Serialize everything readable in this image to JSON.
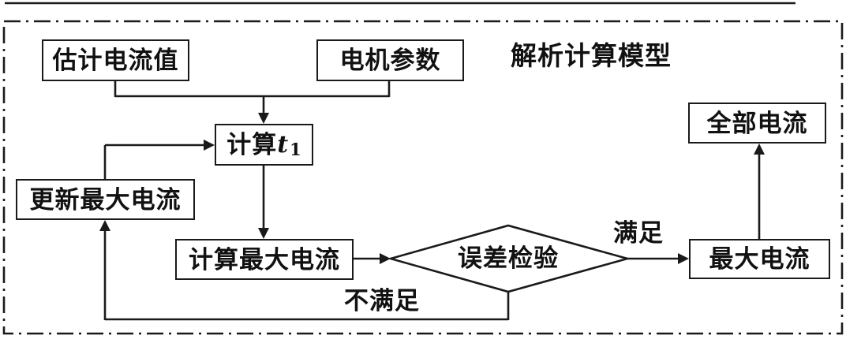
{
  "diagram": {
    "title_label": "解析计算模型",
    "nodes": {
      "estimated_current": "估计电流值",
      "motor_params": "电机参数",
      "calc_t1_prefix": "计算",
      "calc_t1_var": "t",
      "calc_t1_sub": "1",
      "update_max_current": "更新最大电流",
      "calc_max_current": "计算最大电流",
      "error_check": "误差检验",
      "max_current": "最大电流",
      "all_currents": "全部电流"
    },
    "edge_labels": {
      "satisfied": "满足",
      "not_satisfied": "不满足"
    },
    "flow": {
      "inputs_to": "计算t1",
      "loop": "误差检验 -> 不满足 -> 更新最大电流 -> 计算t1",
      "exit": "误差检验 -> 满足 -> 最大电流 -> 全部电流"
    },
    "colors": {
      "line": "#1a1a1a",
      "box_fill": "#ffffff",
      "text": "#111111",
      "background": "#ffffff"
    }
  }
}
